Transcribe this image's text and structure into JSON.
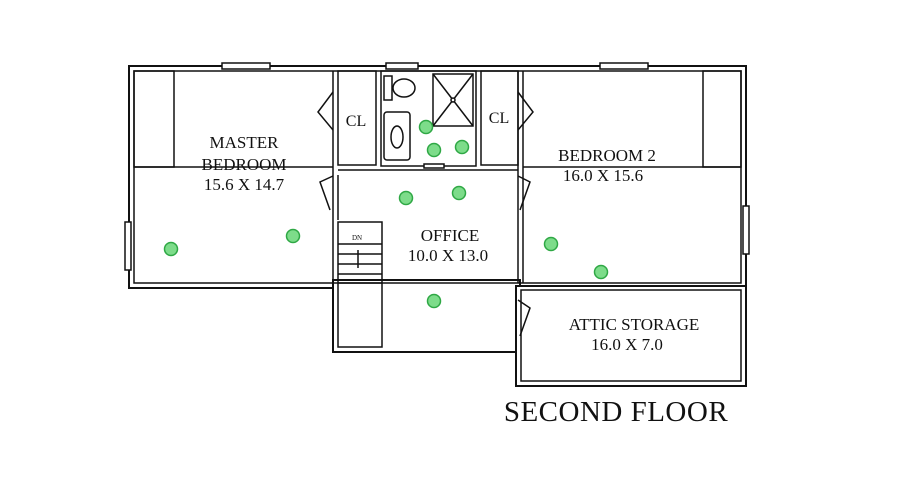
{
  "title": "SECOND FLOOR",
  "rooms": {
    "master": {
      "name_line1": "MASTER",
      "name_line2": "BEDROOM",
      "size": "15.6 X 14.7"
    },
    "office": {
      "name": "OFFICE",
      "size": "10.0 X 13.0"
    },
    "bedroom2": {
      "name": "BEDROOM 2",
      "size": "16.0 X 15.6"
    },
    "attic": {
      "name": "ATTIC STORAGE",
      "size": "16.0 X 7.0"
    },
    "closet_left": {
      "name": "CL"
    },
    "closet_right": {
      "name": "CL"
    },
    "stairs": {
      "label": "DN"
    }
  },
  "colors": {
    "wall": "#111111",
    "marker_fill": "#7ddc8a",
    "marker_stroke": "#2fa845"
  }
}
